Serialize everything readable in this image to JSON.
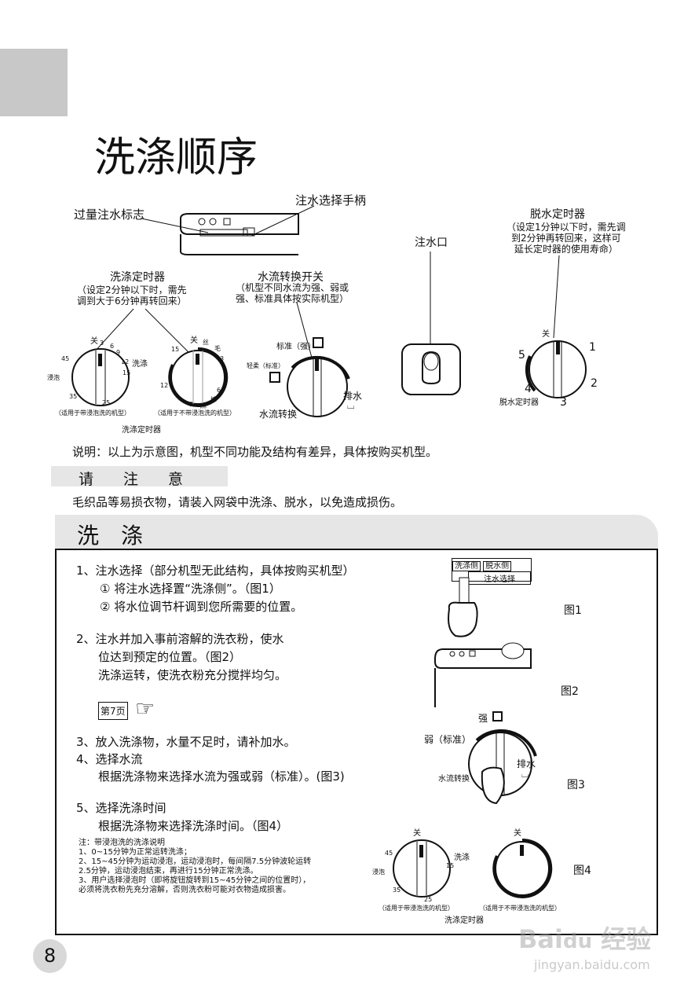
{
  "title": "洗涤顺序",
  "diagram": {
    "overflow_mark": "过量注水标志",
    "inlet_handle": "注水选择手柄",
    "inlet": "注水口",
    "spin_timer_title": "脱水定时器",
    "spin_timer_note": [
      "（设定1分钟以下时，需先调",
      "到2分钟再转回来，这样可",
      "延长定时器的使用寿命）"
    ],
    "wash_timer_title": "洗涤定时器",
    "wash_timer_note": [
      "（设定2分钟以下时，需先",
      "调到大于6分钟再转回来）"
    ],
    "flow_switch_title": "水流转换开关",
    "flow_switch_note": [
      "（机型不同水流为强、弱或",
      "强、标准具体按实际机型）"
    ],
    "dial_soak": {
      "off": "关",
      "ticks": [
        "3",
        "6",
        "9",
        "12",
        "15",
        "45",
        "35",
        "25"
      ],
      "wash": "洗涤",
      "soak": "浸泡",
      "caption": "（适用于带浸泡洗的机型）"
    },
    "dial_nosoak": {
      "off": "关",
      "ticks": [
        "15",
        "3",
        "12",
        "6",
        "9"
      ],
      "fabrics": [
        "丝",
        "毛",
        "棉",
        "麻"
      ],
      "caption": "（适用于不带浸泡洗的机型）"
    },
    "wash_timer_label": "洗涤定时器",
    "flow_dial": {
      "standard": "标准（强）",
      "gentle": "轻柔（标准）",
      "drain": "排水",
      "label": "水流转换"
    },
    "spin_dial": {
      "off": "关",
      "ticks": [
        "1",
        "2",
        "3",
        "4",
        "5"
      ],
      "label": "脱水定时器"
    }
  },
  "explanation": "说明：以上为示意图，机型不同功能及结构有差异，具体按购买机型。",
  "attention": {
    "heading": "请　　注　　意",
    "text": "毛织品等易损衣物，请装入网袋中洗涤、脱水，以免造成损伤。"
  },
  "wash": {
    "heading": "洗　涤",
    "steps": [
      "1、注水选择（部分机型无此结构，具体按购买机型）",
      "① 将注水选择置“洗涤侧”。（图1）",
      "② 将水位调节杆调到您所需要的位置。",
      "2、注水并加入事前溶解的洗衣粉，使水",
      "位达到预定的位置。（图2）",
      "洗涤运转，使洗衣粉充分搅拌均匀。",
      "3、放入洗涤物，水量不足时，请补加水。",
      "4、选择水流",
      "根据洗涤物来选择水流为强或弱（标准）。(图3)",
      "5、选择洗涤时间",
      "根据洗涤物来选择洗涤时间。（图4）"
    ],
    "ref_page": "第7页",
    "fig1": {
      "left": "洗涤侧",
      "right": "脱水侧",
      "bar": "注水选择",
      "label": "图1"
    },
    "fig2": "图2",
    "fig3": {
      "strong": "强",
      "weak": "弱（标准）",
      "drain": "排水",
      "label": "水流转换",
      "fig": "图3"
    },
    "fig4": "图4",
    "notes": [
      "注：带浸泡洗的洗涤说明",
      "1、0~15分钟为正常运转洗涤；",
      "2、15~45分钟为运动浸泡，运动浸泡时，每间隔7.5分钟波轮运转",
      "2.5分钟，运动浸泡结束，再进行15分钟正常洗涤。",
      "3、用户选择浸泡时（即将旋钮旋转到15~45分钟之间的位置时），",
      "必须将洗衣粉先充分溶解，否则洗衣粉可能对衣物造成损害。"
    ]
  },
  "page_number": "8",
  "watermark": "Baidu经验 jingyan.baidu.com",
  "colors": {
    "tab_gray": "#c8c8c8",
    "section_gray": "#e6e6e6",
    "page_circle": "#d8d8d8"
  }
}
